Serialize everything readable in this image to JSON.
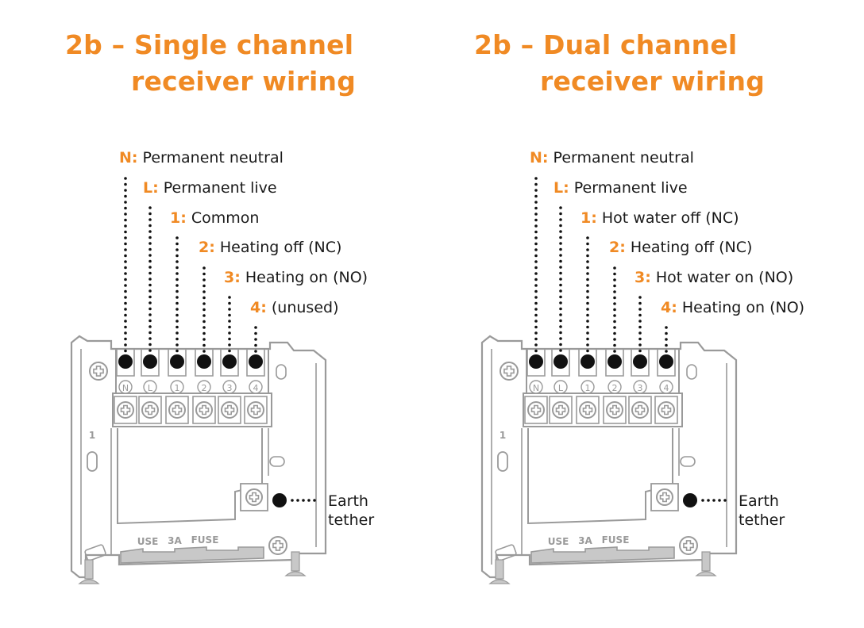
{
  "accent_color": "#f08a24",
  "panels": [
    {
      "title_line1": "2b – Single channel",
      "title_line2": "receiver wiring",
      "terminals": [
        {
          "key": "N:",
          "text": "Permanent neutral",
          "mark": "N"
        },
        {
          "key": "L:",
          "text": "Permanent live",
          "mark": "L"
        },
        {
          "key": "1:",
          "text": "Common",
          "mark": "1"
        },
        {
          "key": "2:",
          "text": "Heating off (NC)",
          "mark": "2"
        },
        {
          "key": "3:",
          "text": "Heating on (NO)",
          "mark": "3"
        },
        {
          "key": "4:",
          "text": "(unused)",
          "mark": "4"
        }
      ],
      "earth_line1": "Earth",
      "earth_line2": "tether",
      "fuse_text": [
        "USE",
        "3A",
        "FUSE"
      ],
      "side_number": "1"
    },
    {
      "title_line1": "2b – Dual channel",
      "title_line2": "receiver wiring",
      "terminals": [
        {
          "key": "N:",
          "text": "Permanent neutral",
          "mark": "N"
        },
        {
          "key": "L:",
          "text": "Permanent live",
          "mark": "L"
        },
        {
          "key": "1:",
          "text": "Hot water off (NC)",
          "mark": "1"
        },
        {
          "key": "2:",
          "text": "Heating off (NC)",
          "mark": "2"
        },
        {
          "key": "3:",
          "text": "Hot water on (NO)",
          "mark": "3"
        },
        {
          "key": "4:",
          "text": "Heating on (NO)",
          "mark": "4"
        }
      ],
      "earth_line1": "Earth",
      "earth_line2": "tether",
      "fuse_text": [
        "USE",
        "3A",
        "FUSE"
      ],
      "side_number": "1"
    }
  ]
}
